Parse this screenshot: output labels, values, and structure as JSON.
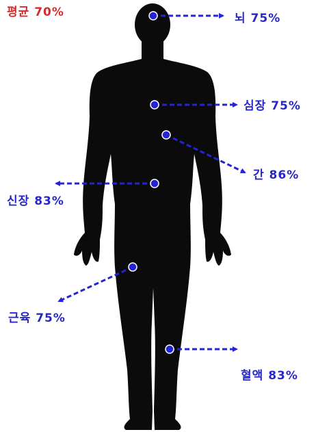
{
  "colors": {
    "silhouette": "#0b0b0b",
    "connector": "#2424d6",
    "label_blue": "#2727c9",
    "label_red": "#d72a2a",
    "background": "#ffffff"
  },
  "average": {
    "text": "평균 70%"
  },
  "organs": [
    {
      "key": "brain",
      "text": "뇌 75%"
    },
    {
      "key": "heart",
      "text": "심장 75%"
    },
    {
      "key": "liver",
      "text": "간 86%"
    },
    {
      "key": "kidney",
      "text": "신장 83%"
    },
    {
      "key": "muscle",
      "text": "근육 75%"
    },
    {
      "key": "blood",
      "text": "혈액 83%"
    }
  ]
}
